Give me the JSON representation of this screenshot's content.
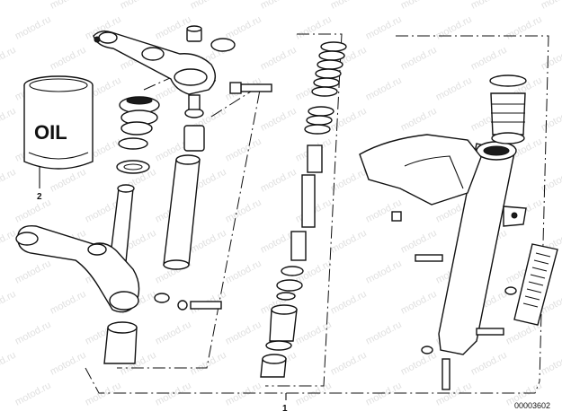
{
  "watermark": {
    "text": "motod.ru"
  },
  "oil_can": {
    "text": "OIL",
    "callout": "2"
  },
  "assembly": {
    "callout": "1"
  },
  "diagram_code": "00003602",
  "colors": {
    "line": "#111111",
    "background": "#ffffff",
    "watermark": "#e0e0e0"
  }
}
